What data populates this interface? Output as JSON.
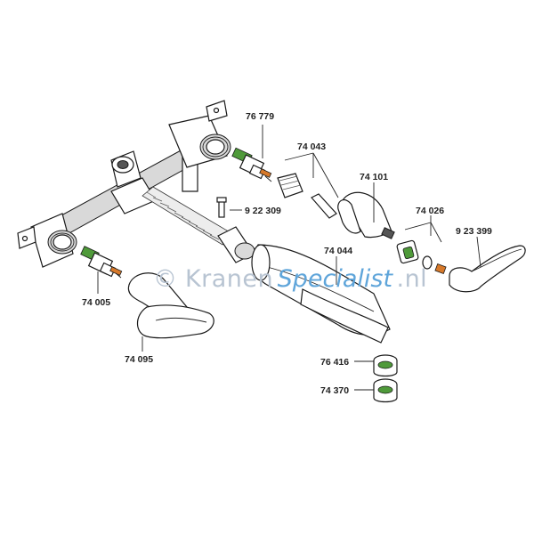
{
  "parts": [
    {
      "id": "part-76779",
      "label": "76 779"
    },
    {
      "id": "part-74043",
      "label": "74 043"
    },
    {
      "id": "part-74101",
      "label": "74 101"
    },
    {
      "id": "part-922309",
      "label": "9 22 309"
    },
    {
      "id": "part-74026",
      "label": "74 026"
    },
    {
      "id": "part-923399",
      "label": "9 23 399"
    },
    {
      "id": "part-74044",
      "label": "74 044"
    },
    {
      "id": "part-74005",
      "label": "74 005"
    },
    {
      "id": "part-74095",
      "label": "74 095"
    },
    {
      "id": "part-76416",
      "label": "76 416"
    },
    {
      "id": "part-74370",
      "label": "74 370"
    }
  ],
  "watermark": {
    "copyright": "©",
    "prefix": "Kranen",
    "highlight": "Specialist",
    "suffix": ".nl"
  },
  "colors": {
    "seal_green": "#4f9a3a",
    "seal_orange": "#d7792a",
    "watermark_grey": "#b8c4d2",
    "watermark_blue": "#5fa5da"
  }
}
